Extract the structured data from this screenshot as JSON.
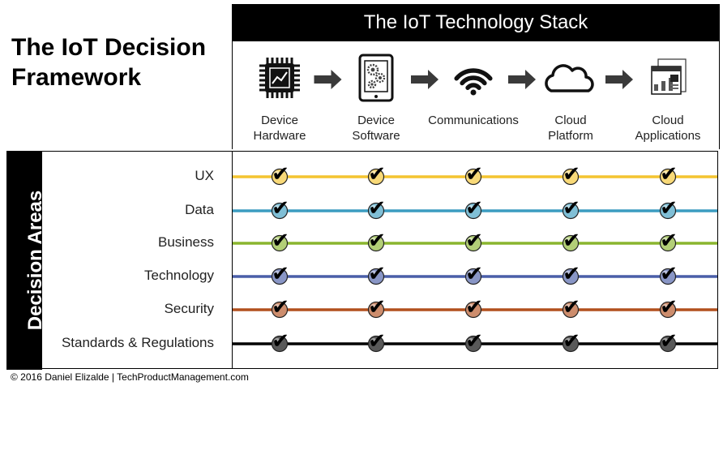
{
  "title": "The IoT Decision Framework",
  "stack": {
    "title": "The IoT Technology Stack",
    "columns": [
      {
        "label": "Device\nHardware",
        "icon": "chip-icon"
      },
      {
        "label": "Device\nSoftware",
        "icon": "tablet-gears-icon"
      },
      {
        "label": "Communications",
        "icon": "wifi-icon"
      },
      {
        "label": "Cloud\nPlatform",
        "icon": "cloud-icon"
      },
      {
        "label": "Cloud\nApplications",
        "icon": "dashboard-window-icon"
      }
    ]
  },
  "decision_areas": {
    "title": "Decision Areas",
    "rows": [
      {
        "label": "UX",
        "color": "#f4c430"
      },
      {
        "label": "Data",
        "color": "#3b9cc0"
      },
      {
        "label": "Business",
        "color": "#8ab52e"
      },
      {
        "label": "Technology",
        "color": "#4a5ea8"
      },
      {
        "label": "Security",
        "color": "#b2501e"
      },
      {
        "label": "Standards & Regulations",
        "color": "#000000"
      }
    ]
  },
  "check_glyph": "✔",
  "copyright": "© 2016 Daniel Elizalde | TechProductManagement.com"
}
